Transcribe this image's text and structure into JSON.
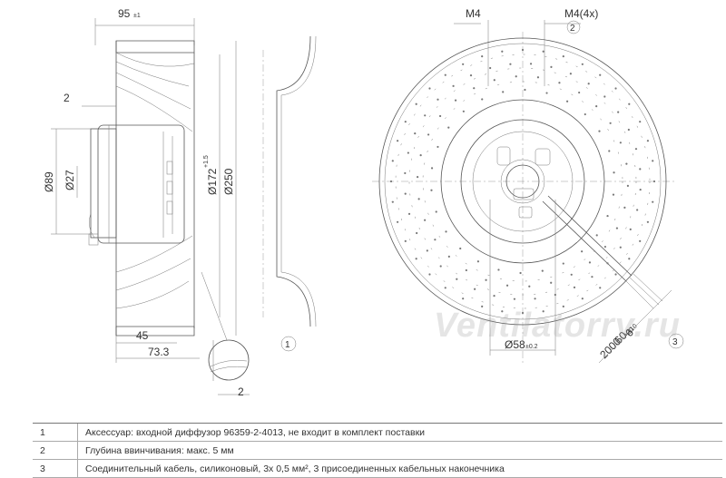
{
  "side_view": {
    "dim_width": "95",
    "dim_width_tol": "±1",
    "dim_inlet_depth": "2",
    "dim_d89": "Ø89",
    "dim_d27": "Ø27",
    "dim_d172": "Ø172",
    "dim_d172_tol": "+1.5",
    "dim_d250": "Ø250",
    "dim_45": "45",
    "dim_73": "73.3",
    "detail_dim": "2",
    "callout_1": "1"
  },
  "front_view": {
    "label_m4": "M4",
    "label_m4x4": "M4(4x)",
    "callout_2": "2",
    "dim_d58": "Ø58",
    "dim_d58_tol": "±0.2",
    "cable_6": "6",
    "cable_60": "60",
    "cable_60_tol": "±10",
    "cable_2000": "2000",
    "cable_2000_tol": "+20",
    "callout_3": "3"
  },
  "watermark": "Ventilatorry.ru",
  "notes": [
    {
      "num": "1",
      "text": "Аксессуар: входной диффузор 96359-2-4013, не входит в комплект поставки"
    },
    {
      "num": "2",
      "text": "Глубина ввинчивания: макс. 5 мм"
    },
    {
      "num": "3",
      "text": "Соединительный кабель, силиконовый, 3x 0,5 мм², 3 присоединенных кабельных наконечника"
    }
  ]
}
